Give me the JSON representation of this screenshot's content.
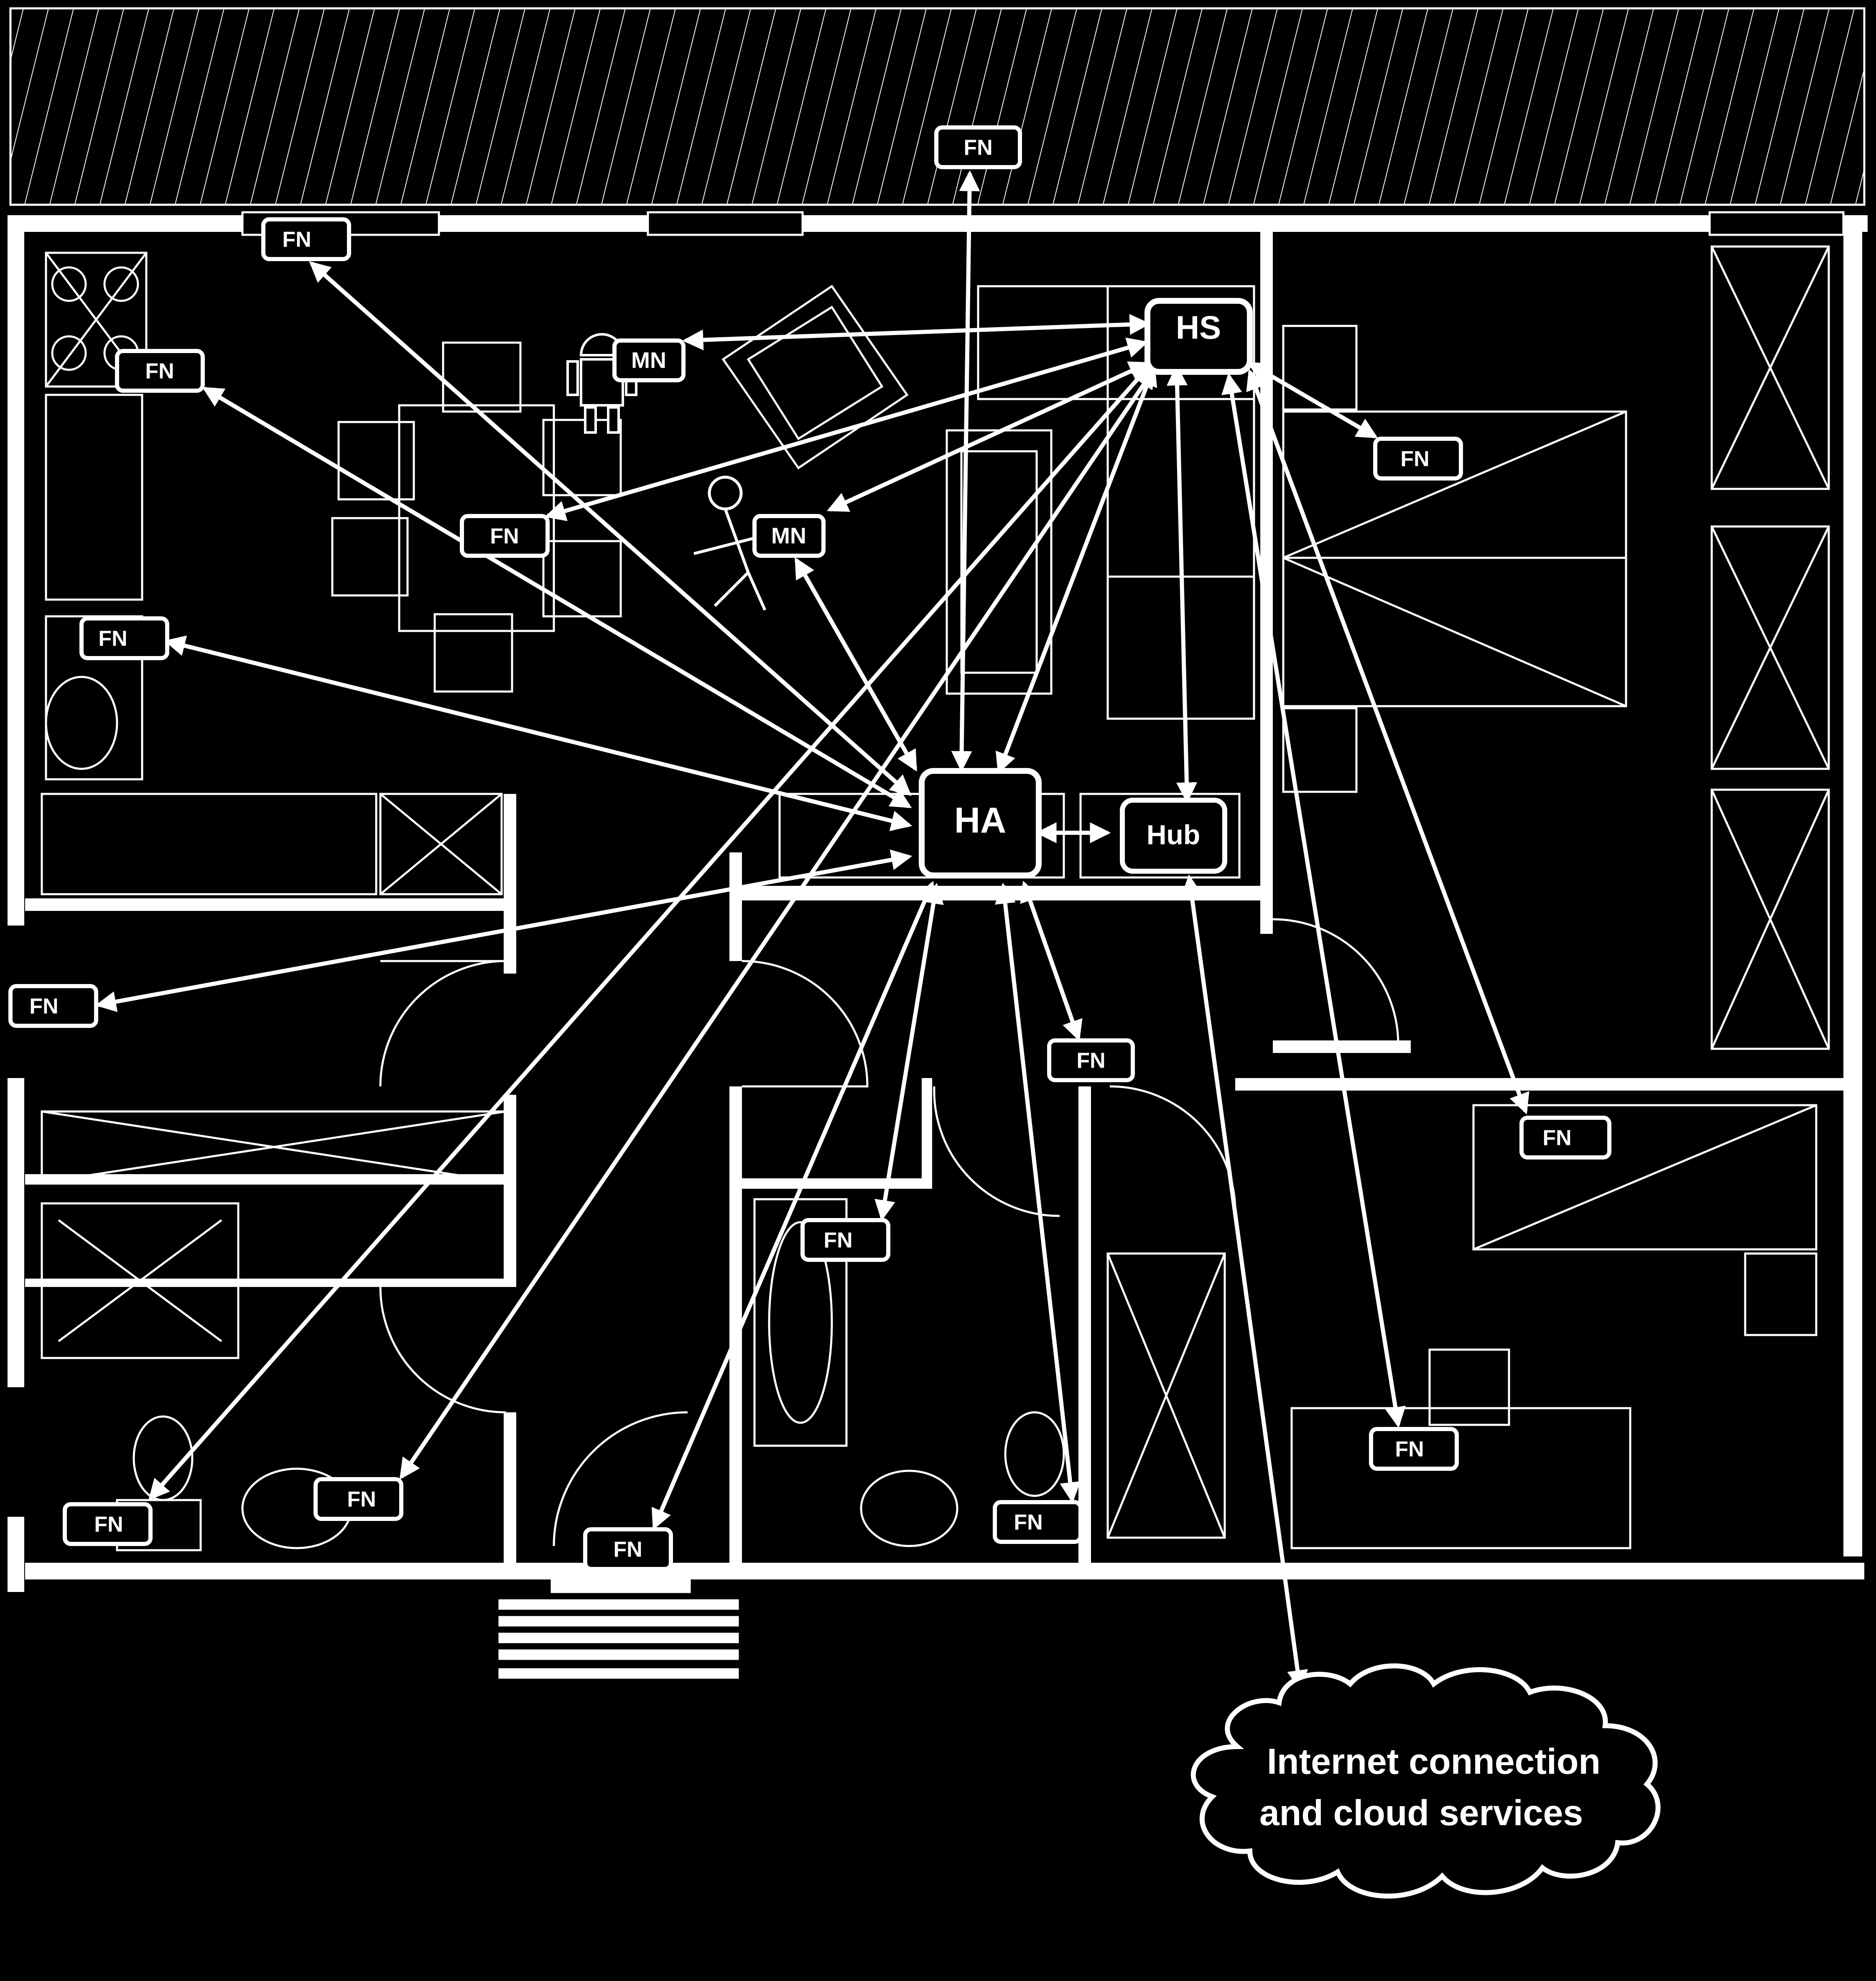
{
  "labels": {
    "hs": "HS",
    "ha": "HA",
    "hub": "Hub",
    "mn": "MN",
    "fn": "FN",
    "cloud_line1": "Internet connection",
    "cloud_line2": "and cloud services"
  },
  "colors": {
    "background": "#000000",
    "line": "#ffffff"
  },
  "icons": [
    "android-robot-icon",
    "stick-figure-icon",
    "cloud-icon"
  ]
}
